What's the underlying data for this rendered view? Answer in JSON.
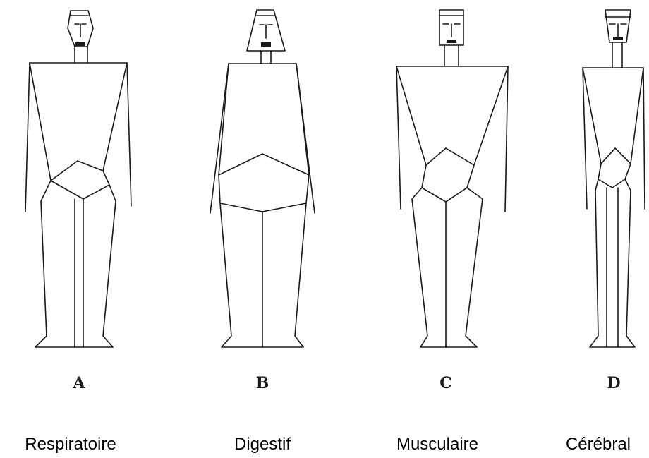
{
  "figures": [
    {
      "letter": "A",
      "caption": "Respiratoire"
    },
    {
      "letter": "B",
      "caption": "Digestif"
    },
    {
      "letter": "C",
      "caption": "Musculaire"
    },
    {
      "letter": "D",
      "caption": "Cérébral"
    }
  ]
}
